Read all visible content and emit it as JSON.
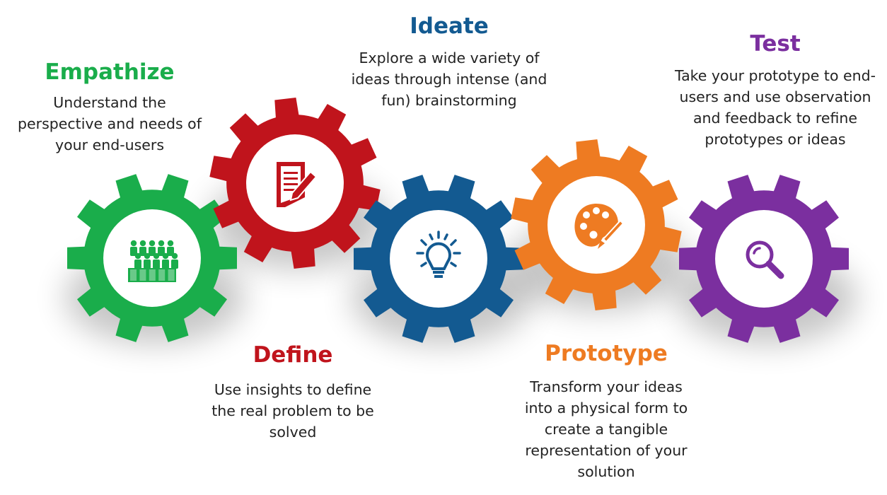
{
  "stages": [
    {
      "key": "empathize",
      "title": "Empathize",
      "color": "#1aad4b",
      "icon": "people-group-icon",
      "description": "Understand the perspective and needs of your end-users"
    },
    {
      "key": "define",
      "title": "Define",
      "color": "#c0141c",
      "icon": "document-pencil-icon",
      "description": "Use insights to define the real problem to be solved"
    },
    {
      "key": "ideate",
      "title": "Ideate",
      "color": "#135a91",
      "icon": "lightbulb-icon",
      "description": "Explore a wide variety of ideas through intense (and fun) brainstorming"
    },
    {
      "key": "prototype",
      "title": "Prototype",
      "color": "#ee7b22",
      "icon": "palette-icon",
      "description": "Transform your ideas into a physical form to create a tangible representation of your solution"
    },
    {
      "key": "test",
      "title": "Test",
      "color": "#7b2f9f",
      "icon": "magnifier-icon",
      "description": "Take your prototype to end-users and use observation and feedback to refine prototypes or ideas"
    }
  ]
}
